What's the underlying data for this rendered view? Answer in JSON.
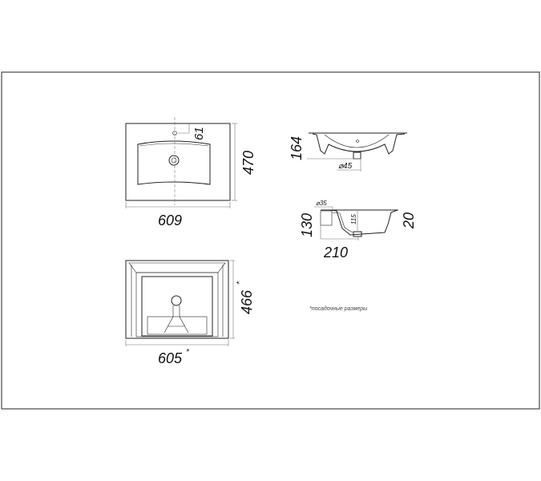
{
  "drawing": {
    "top_view": {
      "width": "609",
      "depth": "470",
      "tap_offset": "61"
    },
    "side_view": {
      "height": "164",
      "drain_diameter": "⌀45"
    },
    "section_view": {
      "height": "130",
      "rim": "20",
      "depth": "210",
      "overflow_diameter": "⌀35",
      "bowl_depth": "115"
    },
    "bottom_view": {
      "width": "605",
      "depth": "466",
      "asterisk": "*"
    },
    "note": "*посадочные размеры"
  }
}
